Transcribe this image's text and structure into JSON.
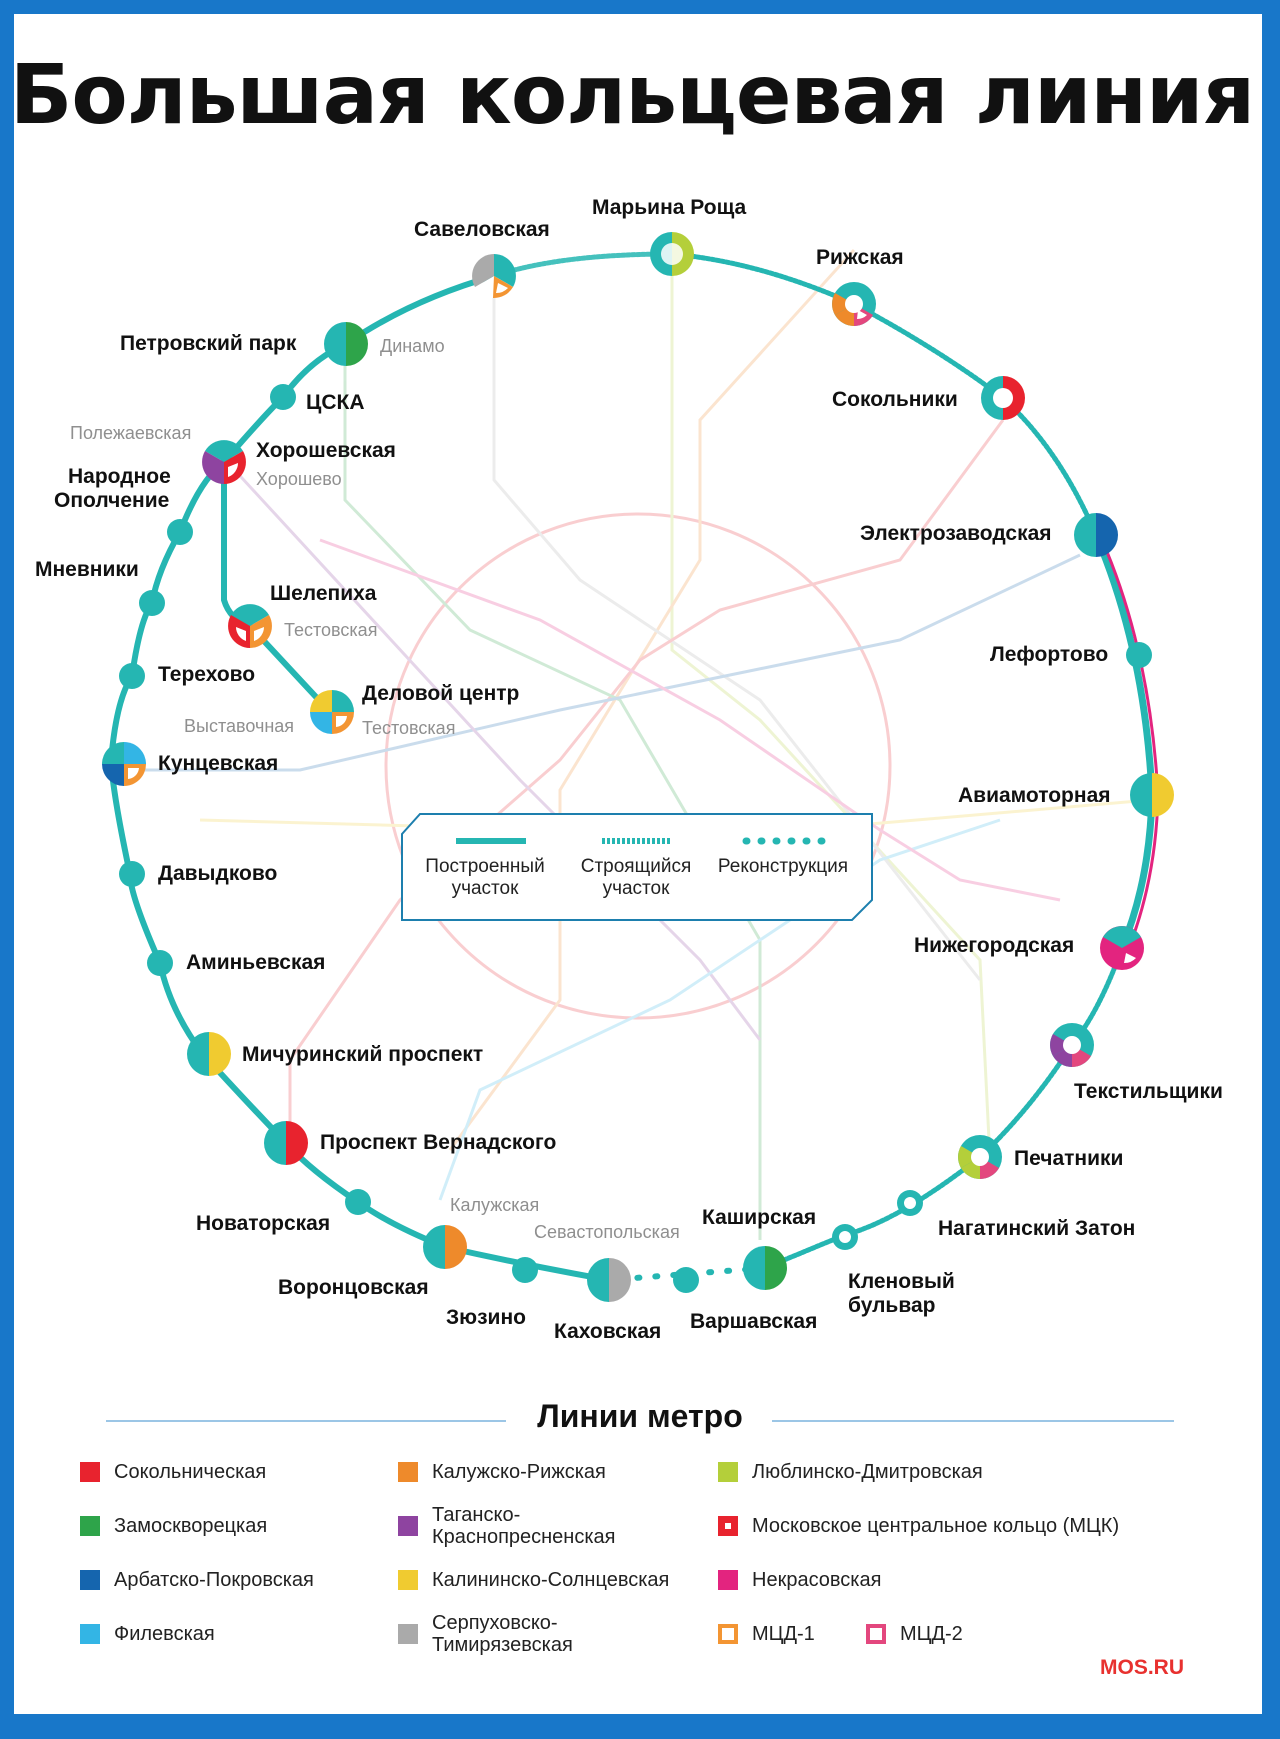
{
  "title": "Большая кольцевая линия",
  "colors": {
    "ring": "#25b6b2",
    "sokolnicheskaya": "#e8232e",
    "zamoskvoretskaya": "#2ea44a",
    "arbatsko_pokrovskaya": "#1565ae",
    "filevskaya": "#33b5e5",
    "kaluzhsko_rizhskaya": "#ee8a2b",
    "taganskaya": "#8e44a0",
    "kalininskaya": "#f0cb30",
    "serpukhovskaya": "#aaaaaa",
    "lyublinskaya": "#b4cf3a",
    "mck": "#e8232e",
    "nekrasovskaya": "#e3247f",
    "mcd1": "#f39533",
    "mcd2": "#e3477e"
  },
  "stations": {
    "savelovskaya": "Савеловская",
    "maryina_roshcha": "Марьина Роща",
    "rizhskaya": "Рижская",
    "sokolniki": "Сокольники",
    "elektrozavodskaya": "Электрозаводская",
    "lefortovo": "Лефортово",
    "aviamotornaya": "Авиамоторная",
    "nizhegorodskaya": "Нижегородская",
    "tekstilshchiki": "Текстильщики",
    "pechatniki": "Печатники",
    "nagatinsky_zaton": "Нагатинский Затон",
    "klenovy_bulvar_1": "Кленовый",
    "klenovy_bulvar_2": "бульвар",
    "kashirskaya": "Каширская",
    "varshavskaya": "Варшавская",
    "kakhovskaya": "Каховская",
    "zyuzino": "Зюзино",
    "vorontsovskaya": "Воронцовская",
    "novatorskaya": "Новаторская",
    "prospekt_vernadskogo": "Проспект Вернадского",
    "michurinsky": "Мичуринский проспект",
    "aminyevskaya": "Аминьевская",
    "davydkovo": "Давыдково",
    "kuntsevskaya": "Кунцевская",
    "terekhovo": "Терехово",
    "mnevniki": "Мневники",
    "narodnoe_1": "Народное",
    "narodnoe_2": "Ополчение",
    "khoroshevskaya": "Хорошевская",
    "cska": "ЦСКА",
    "petrovsky_park": "Петровский парк",
    "shelepikha": "Шелепиха",
    "delovoy_tsentr": "Деловой центр"
  },
  "transfers": {
    "dinamo": "Динамо",
    "polezhaevskaya": "Полежаевская",
    "khoroshevo": "Хорошево",
    "testovskaya_1": "Тестовская",
    "testovskaya_2": "Тестовская",
    "vystavochnaya": "Выставочная",
    "kaluzhskaya": "Калужская",
    "sevastopolskaya": "Севастопольская"
  },
  "section_legend": {
    "built_1": "Построенный",
    "built_2": "участок",
    "building_1": "Строящийся",
    "building_2": "участок",
    "reconstruction": "Реконструкция"
  },
  "metro_lines": {
    "title": "Линии метро",
    "items": [
      {
        "label": "Сокольническая",
        "color": "#e8232e",
        "style": "fill"
      },
      {
        "label": "Замоскворецкая",
        "color": "#2ea44a",
        "style": "fill"
      },
      {
        "label": "Арбатско-Покровская",
        "color": "#1565ae",
        "style": "fill"
      },
      {
        "label": "Филевская",
        "color": "#33b5e5",
        "style": "fill"
      },
      {
        "label": "Калужско-Рижская",
        "color": "#ee8a2b",
        "style": "fill"
      },
      {
        "label": "Таганско-\nКраснопресненская",
        "color": "#8e44a0",
        "style": "fill"
      },
      {
        "label": "Калининско-Солнцевская",
        "color": "#f0cb30",
        "style": "fill"
      },
      {
        "label": "Серпуховско-\nТимирязевская",
        "color": "#aaaaaa",
        "style": "fill"
      },
      {
        "label": "Люблинско-Дмитровская",
        "color": "#b4cf3a",
        "style": "fill"
      },
      {
        "label": "Московское центральное кольцо (МЦК)",
        "color": "#e8232e",
        "style": "mck"
      },
      {
        "label": "Некрасовская",
        "color": "#e3247f",
        "style": "fill"
      },
      {
        "label": "МЦД-1",
        "color": "#f39533",
        "style": "ring"
      },
      {
        "label": "МЦД-2",
        "color": "#e3477e",
        "style": "ring"
      }
    ]
  },
  "brand": "MOS.RU"
}
